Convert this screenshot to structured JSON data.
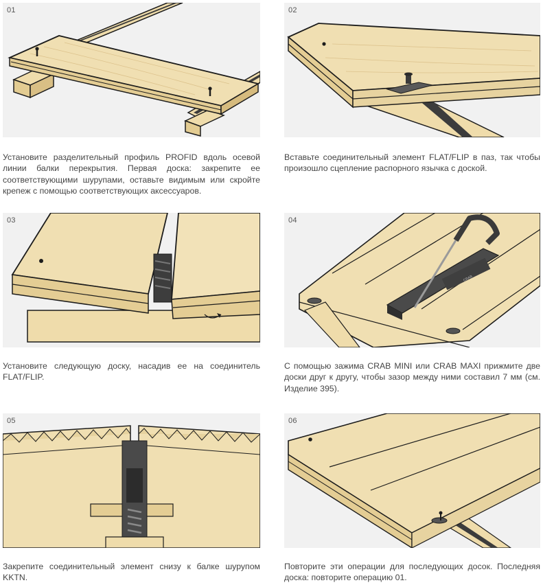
{
  "steps": [
    {
      "number": "01",
      "caption": "Установите разделительный профиль PROFID вдоль осевой линии балки перекрытия. Первая доска: закрепите ее соответствующими шурупами, оставьте видимым или скройте крепеж с помощью соответствующих аксессуаров.",
      "illustration": "first-board-screwed-on-joists"
    },
    {
      "number": "02",
      "caption": "Вставьте соединительный элемент FLAT/FLIP в паз, так чтобы произошло сцепление распорного язычка с доской.",
      "illustration": "insert-connector-in-groove"
    },
    {
      "number": "03",
      "caption": "Установите следующую доску, насадив ее на соединитель FLAT/FLIP.",
      "illustration": "place-next-board-on-connector"
    },
    {
      "number": "04",
      "caption": "С помощью зажима CRAB MINI или CRAB MAXI прижмите две доски друг к другу, чтобы зазор между ними составил 7 мм (см. Изделие 395).",
      "illustration": "clamp-boards-with-crab",
      "clamp_text": "CRAB"
    },
    {
      "number": "05",
      "caption": "Закрепите соединительный элемент снизу к балке шурупом KKTN.",
      "illustration": "screw-connector-to-joist"
    },
    {
      "number": "06",
      "caption": "Повторите эти операции для последующих досок. Последняя доска: повторите операцию 01.",
      "illustration": "repeat-for-next-boards"
    }
  ],
  "colors": {
    "panel_bg": "#f1f1f1",
    "wood": "#efdcab",
    "wood_dark": "#d9bf85",
    "outline": "#1c1c1c",
    "metal": "#4a4a4a",
    "text": "#454545"
  }
}
